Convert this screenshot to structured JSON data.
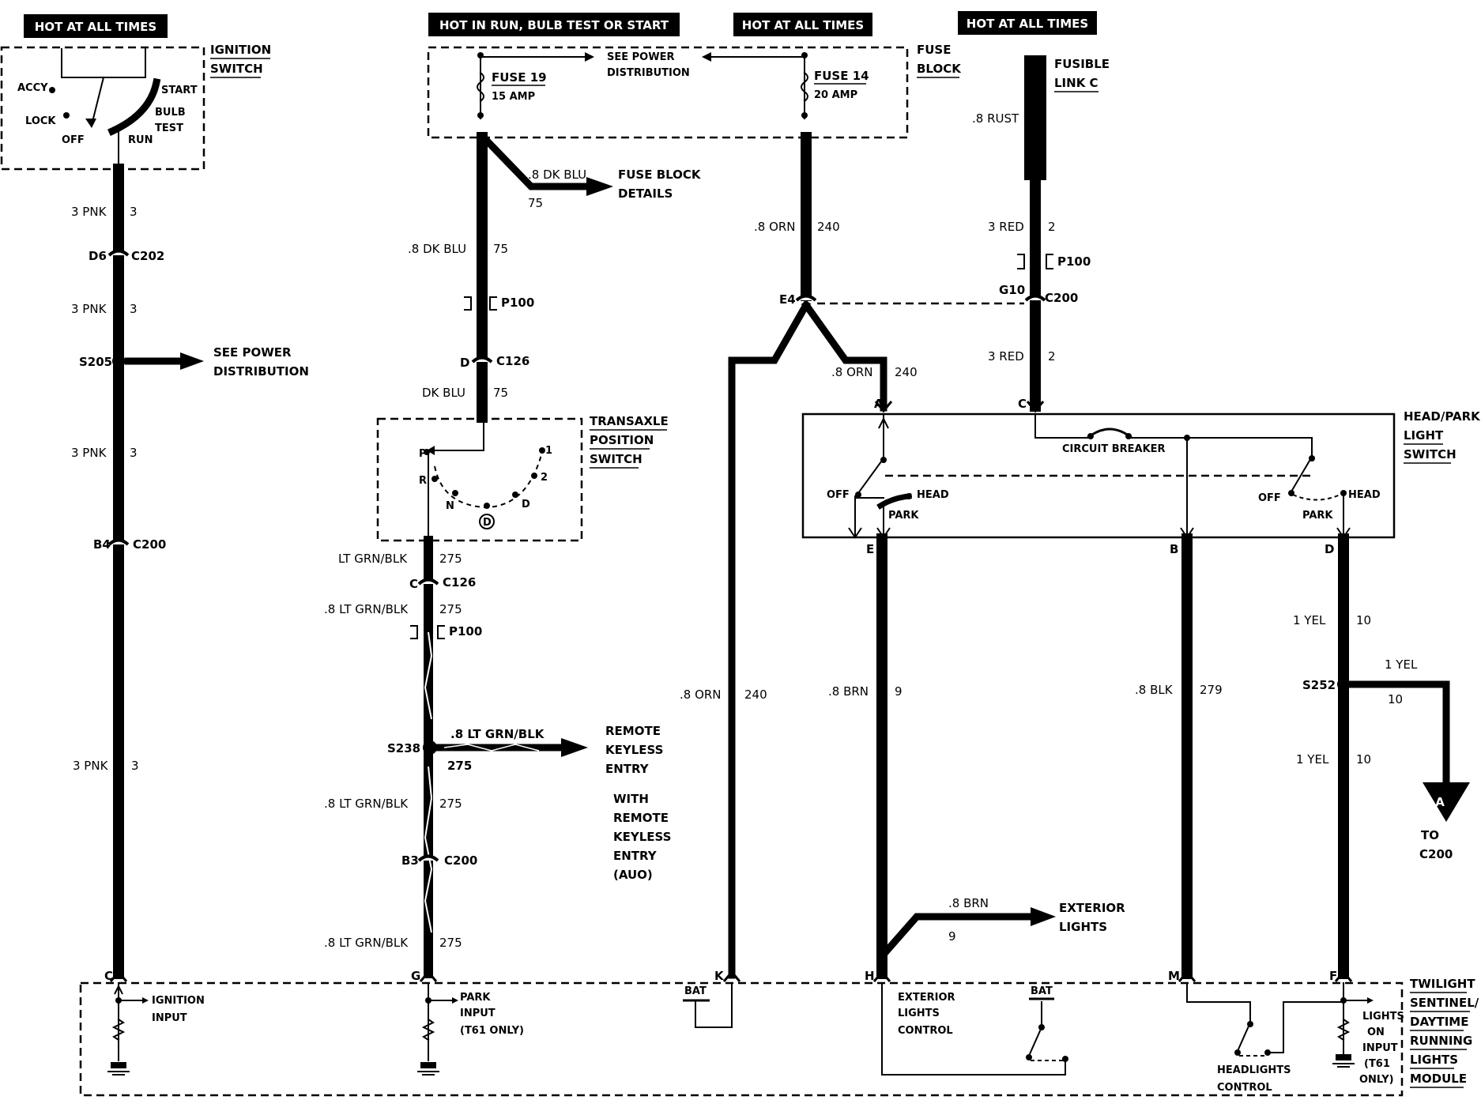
{
  "headers": {
    "hot1": "HOT AT ALL TIMES",
    "hot2": "HOT IN RUN, BULB TEST OR START",
    "hot3": "HOT AT ALL TIMES",
    "hot4": "HOT AT ALL TIMES"
  },
  "ignition": {
    "title1": "IGNITION",
    "title2": "SWITCH",
    "accy": "ACCY",
    "lock": "LOCK",
    "off": "OFF",
    "run": "RUN",
    "start": "START",
    "bulb": "BULB",
    "test": "TEST"
  },
  "fuse_block": {
    "title1": "FUSE",
    "title2": "BLOCK",
    "fuse19": "FUSE 19",
    "fuse19_amp": "15 AMP",
    "fuse14": "FUSE 14",
    "fuse14_amp": "20 AMP",
    "see_power1": "SEE POWER",
    "see_power2": "DISTRIBUTION"
  },
  "fusible": {
    "title1": "FUSIBLE",
    "title2": "LINK C",
    "rust": ".8 RUST"
  },
  "wire_left": {
    "w1": "3 PNK",
    "c1": "3",
    "d6": "D6",
    "c202": "C202",
    "w2": "3 PNK",
    "c2": "3",
    "s205": "S205",
    "see1": "SEE POWER",
    "see2": "DISTRIBUTION",
    "w3": "3 PNK",
    "c3": "3",
    "b4": "B4",
    "c200": "C200",
    "w4": "3 PNK",
    "c4": "3"
  },
  "wire_mid": {
    "dkblu1": ".8 DK BLU",
    "n1": "75",
    "dkblu2": ".8 DK BLU",
    "n2": "75",
    "fbd1": "FUSE BLOCK",
    "fbd2": "DETAILS",
    "p100": "P100",
    "d": "D",
    "c126": "C126",
    "dkblu3": "DK BLU",
    "n3": "75",
    "tps1": "TRANSAXLE",
    "tps2": "POSITION",
    "tps3": "SWITCH",
    "p": "P",
    "r": "R",
    "n": "N",
    "dd": "D",
    "one": "1",
    "two": "2",
    "circ_d": "D",
    "lg1": "LT GRN/BLK",
    "ln1": "275",
    "cc": "C",
    "c126b": "C126",
    "lg2": ".8 LT GRN/BLK",
    "ln2": "275",
    "p100b": "P100",
    "s238": "S238",
    "lg3": ".8 LT GRN/BLK",
    "ln3": "275",
    "rke1": "REMOTE",
    "rke2": "KEYLESS",
    "rke3": "ENTRY",
    "with1": "WITH",
    "with2": "REMOTE",
    "with3": "KEYLESS",
    "with4": "ENTRY",
    "with5": "(AUO)",
    "lg4": ".8 LT GRN/BLK",
    "ln4": "275",
    "b3": "B3",
    "c200": "C200",
    "lg5": ".8 LT GRN/BLK",
    "ln5": "275"
  },
  "wire_orn": {
    "orn1": ".8 ORN",
    "n1": "240",
    "e4": "E4",
    "orn2": ".8 ORN",
    "n2": "240",
    "orn3": ".8 ORN",
    "n3": "240"
  },
  "wire_red": {
    "red1": "3 RED",
    "n1": "2",
    "p100": "P100",
    "g10": "G10",
    "c200": "C200",
    "red2": "3 RED",
    "n2": "2"
  },
  "hp_switch": {
    "title1": "HEAD/PARK",
    "title2": "LIGHT",
    "title3": "SWITCH",
    "a": "A",
    "c": "C",
    "e": "E",
    "b": "B",
    "d": "D",
    "cb": "CIRCUIT BREAKER",
    "off1": "OFF",
    "head1": "HEAD",
    "park1": "PARK",
    "off2": "OFF",
    "head2": "HEAD",
    "park2": "PARK"
  },
  "lower": {
    "brn1": ".8 BRN",
    "n9": "9",
    "blk": ".8 BLK",
    "n279": "279",
    "yel1": "1 YEL",
    "n10a": "10",
    "s252": "S252",
    "yel2": "1 YEL",
    "n10b": "10",
    "yel3": "1 YEL",
    "n10c": "10",
    "a": "A",
    "to1": "TO",
    "to2": "C200",
    "brn2": ".8 BRN",
    "n9b": "9",
    "ext1": "EXTERIOR",
    "ext2": "LIGHTS"
  },
  "module": {
    "title1": "TWILIGHT",
    "title2": "SENTINEL/",
    "title3": "DAYTIME",
    "title4": "RUNNING",
    "title5": "LIGHTS",
    "title6": "MODULE",
    "c": "C",
    "g": "G",
    "k": "K",
    "h": "H",
    "m": "M",
    "f": "F",
    "ign1": "IGNITION",
    "ign2": "INPUT",
    "park1": "PARK",
    "park2": "INPUT",
    "park3": "(T61 ONLY)",
    "bat1": "BAT",
    "ext1": "EXTERIOR",
    "ext2": "LIGHTS",
    "ext3": "CONTROL",
    "bat2": "BAT",
    "hl1": "HEADLIGHTS",
    "hl2": "CONTROL",
    "lo1": "LIGHTS",
    "lo2": "ON",
    "lo3": "INPUT",
    "lo4": "(T61",
    "lo5": "ONLY)"
  }
}
